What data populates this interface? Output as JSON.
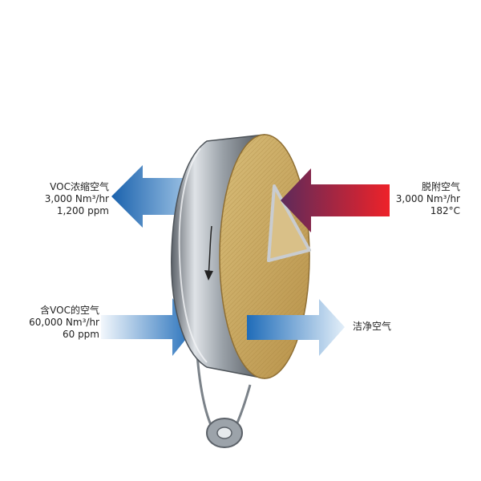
{
  "labels": {
    "concentrated_air": {
      "name": "VOC浓缩空气",
      "flow": "3,000 Nm³/hr",
      "concentration": "1,200 ppm"
    },
    "desorption_air": {
      "name": "脱附空气",
      "flow": "3,000 Nm³/hr",
      "temperature": "182°C"
    },
    "voc_laden_air": {
      "name": "含VOC的空气",
      "flow": "60,000 Nm³/hr",
      "concentration": "60 ppm"
    },
    "clean_air": {
      "name": "洁净空气"
    }
  },
  "colors": {
    "cold_arrow_light": "#cfe3f5",
    "cold_arrow_dark": "#1d6bb8",
    "hot_arrow_red": "#e8232b",
    "hot_arrow_dark": "#6e2a55",
    "zeolite_media": "#c9a861",
    "wheel_rim": "#8e959c"
  }
}
